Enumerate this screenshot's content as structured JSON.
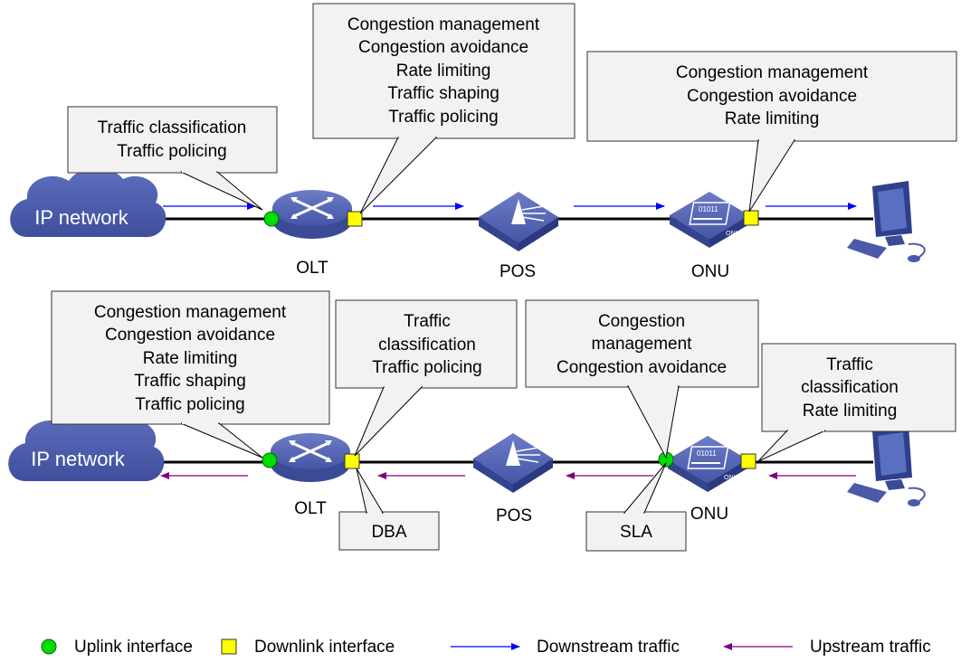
{
  "cloud_label": "IP network",
  "devices": {
    "olt": "OLT",
    "pos": "POS",
    "onu": "ONU",
    "onu_badge": "ONU",
    "onu_bits": "01011"
  },
  "downstream": {
    "olt_uplink_callout": [
      "Traffic classification",
      "Traffic policing"
    ],
    "olt_downlink_callout": [
      "Congestion management",
      "Congestion avoidance",
      "Rate limiting",
      "Traffic shaping",
      "Traffic policing"
    ],
    "onu_downlink_callout": [
      "Congestion management",
      "Congestion avoidance",
      "Rate limiting"
    ]
  },
  "upstream": {
    "olt_uplink_callout": [
      "Congestion management",
      "Congestion avoidance",
      "Rate limiting",
      "Traffic shaping",
      "Traffic policing"
    ],
    "olt_downlink_callout": [
      "Traffic",
      "classification",
      "Traffic policing"
    ],
    "onu_uplink_callout": [
      "Congestion",
      "management",
      "Congestion avoidance"
    ],
    "onu_downlink_callout": [
      "Traffic",
      "classification",
      "Rate limiting"
    ],
    "dba_label": "DBA",
    "sla_label": "SLA"
  },
  "legend": {
    "uplink": "Uplink interface",
    "downlink": "Downlink interface",
    "downstream": "Downstream traffic",
    "upstream": "Upstream traffic"
  },
  "colors": {
    "uplink_interface": "#00dd00",
    "downlink_interface": "#ffff00",
    "downstream_arrow": "#0000ff",
    "upstream_arrow": "#800080",
    "device_blue": "#4a5aa8",
    "callout_fill": "#f2f2f2"
  }
}
